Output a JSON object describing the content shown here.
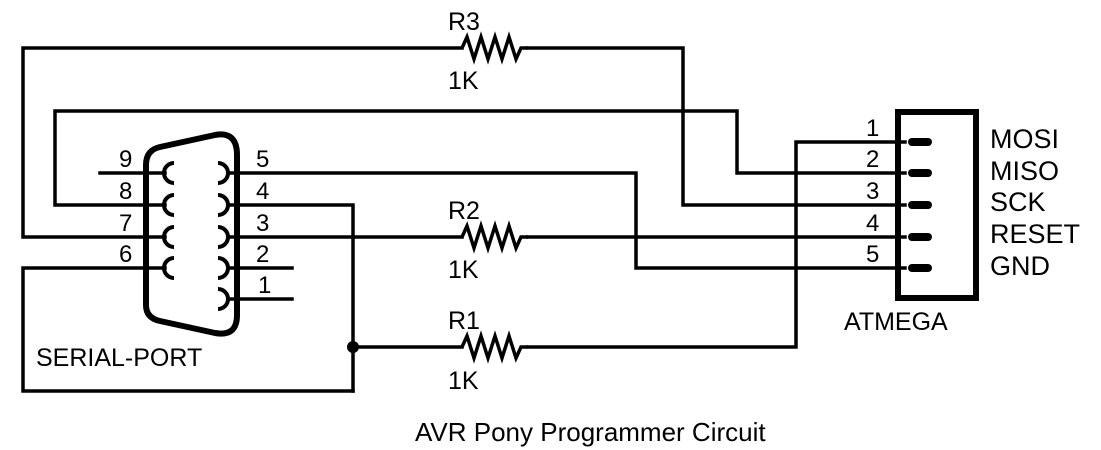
{
  "title": "AVR Pony Programmer Circuit",
  "serial_port": {
    "label": "SERIAL-PORT",
    "left_pins": [
      "9",
      "8",
      "7",
      "6"
    ],
    "right_pins": [
      "5",
      "4",
      "3",
      "2",
      "1"
    ]
  },
  "resistors": [
    {
      "name": "R3",
      "value": "1K"
    },
    {
      "name": "R2",
      "value": "1K"
    },
    {
      "name": "R1",
      "value": "1K"
    }
  ],
  "atmega": {
    "label": "ATMEGA",
    "pins": [
      {
        "number": "1",
        "signal": "MOSI"
      },
      {
        "number": "2",
        "signal": "MISO"
      },
      {
        "number": "3",
        "signal": "SCK"
      },
      {
        "number": "4",
        "signal": "RESET"
      },
      {
        "number": "5",
        "signal": "GND"
      }
    ]
  },
  "colors": {
    "ink": "#000000",
    "background": "#ffffff"
  }
}
